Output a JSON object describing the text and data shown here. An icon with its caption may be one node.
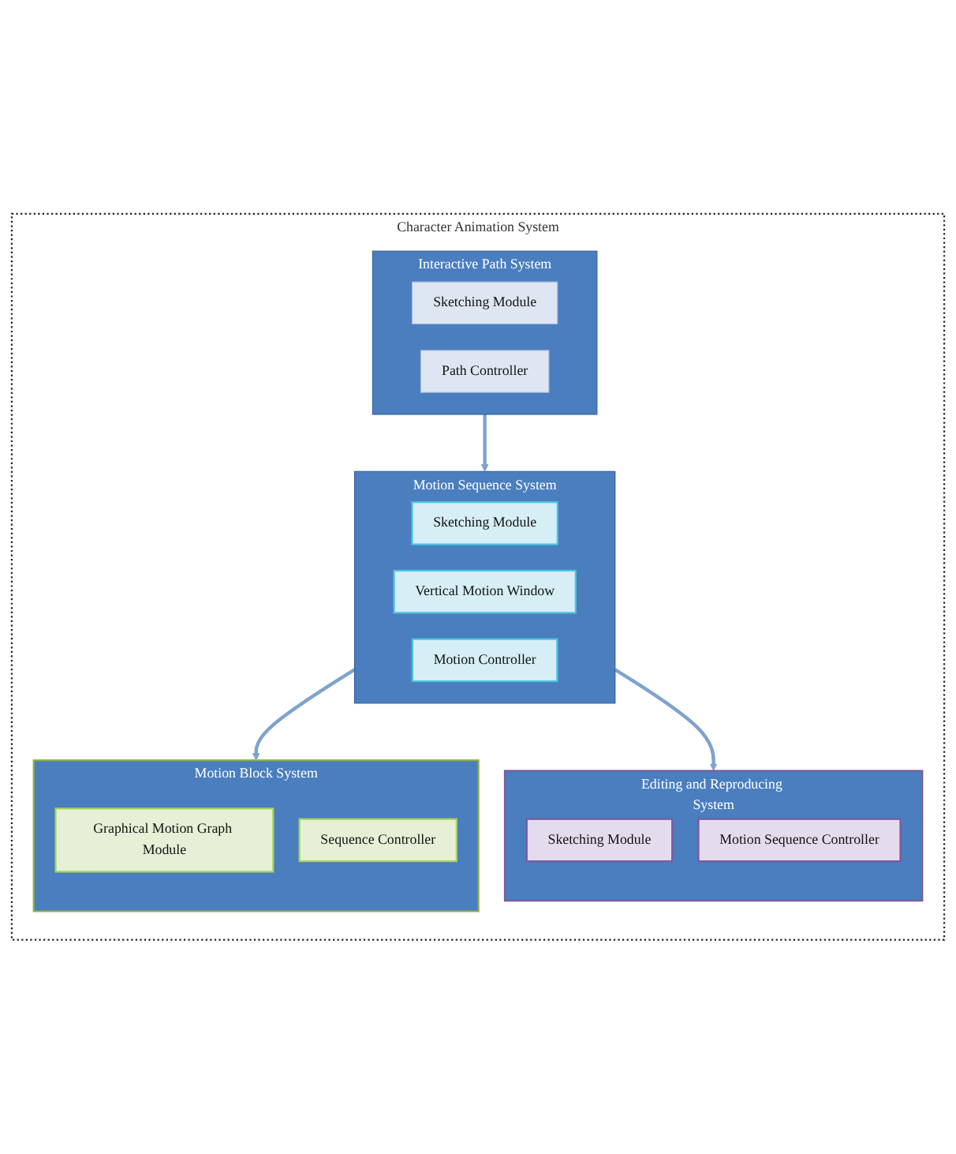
{
  "diagram": {
    "nodes": [
      {
        "text": [
          "Character Animation System"
        ]
      },
      {
        "text": [
          "Interactive Path System"
        ],
        "in": 0
      },
      {
        "text": [
          "Sketching Module"
        ],
        "in": 1
      },
      {
        "text": [
          "Path Controller"
        ],
        "in": 1
      },
      {
        "text": [
          "Motion Sequence System"
        ],
        "in": 0
      },
      {
        "text": [
          "Sketching Module"
        ],
        "in": 4
      },
      {
        "text": [
          "Vertical Motion Window"
        ],
        "in": 4
      },
      {
        "text": [
          "Motion Controller"
        ],
        "in": 4
      },
      {
        "text": [
          "Editing and Reproducing System"
        ],
        "in": 0
      },
      {
        "text": [
          "Sketching Module"
        ],
        "in": 8
      },
      {
        "text": [
          "Motion Sequence Controller"
        ],
        "in": 8
      },
      {
        "text": [
          "Motion Block System"
        ],
        "in": 0
      },
      {
        "text": [
          "Graphical Motion Graph Module"
        ],
        "in": 11
      },
      {
        "text": [
          "Sequence Controller"
        ],
        "in": 11
      }
    ],
    "edges": [
      {
        "from": 1,
        "to": 4,
        "arrow": "to"
      },
      {
        "from": 4,
        "to": 8,
        "arrow": "to"
      },
      {
        "from": 4,
        "to": 11,
        "arrow": "to"
      }
    ]
  }
}
